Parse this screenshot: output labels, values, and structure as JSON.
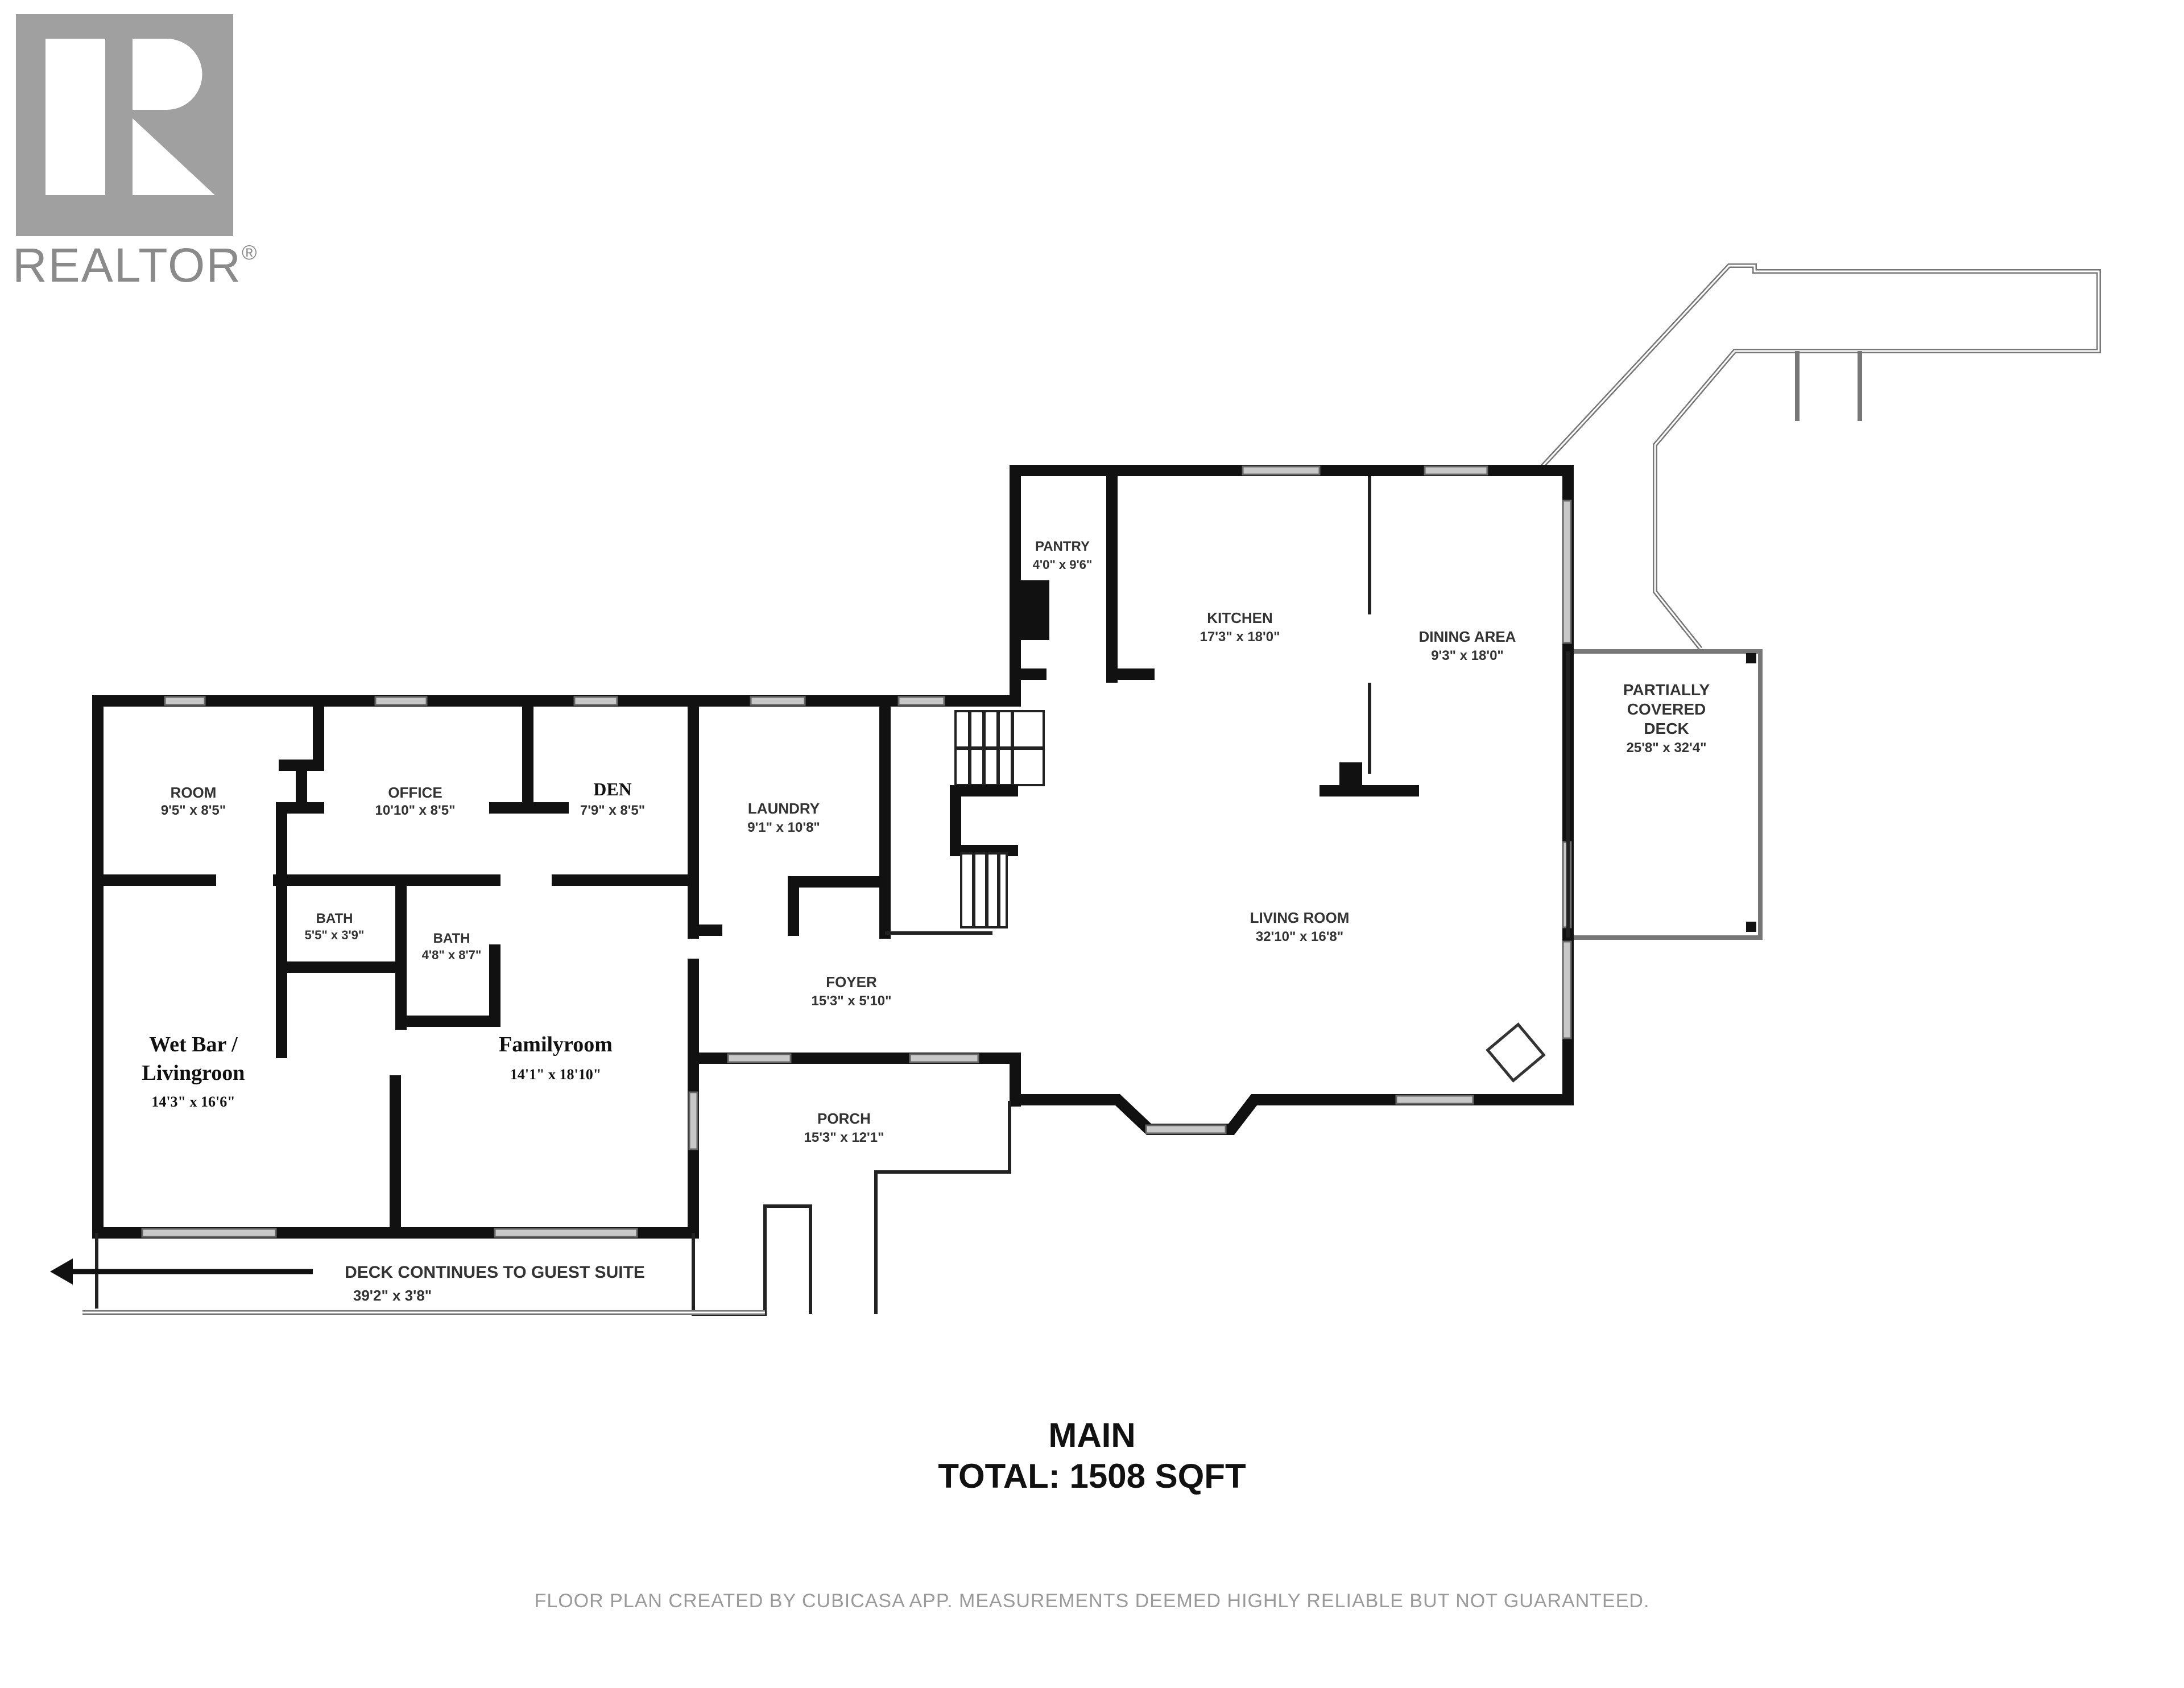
{
  "logo": {
    "text": "REALTOR",
    "mark": "®"
  },
  "plan": {
    "floor_name": "MAIN",
    "total": "TOTAL: 1508 SQFT",
    "rooms": [
      {
        "name": "ROOM",
        "dims": "9'5\" x 8'5\""
      },
      {
        "name": "OFFICE",
        "dims": "10'10\" x 8'5\""
      },
      {
        "name": "DEN",
        "dims": "7'9\" x 8'5\""
      },
      {
        "name": "LAUNDRY",
        "dims": "9'1\" x 10'8\""
      },
      {
        "name": "BATH",
        "dims": "5'5\" x 3'9\""
      },
      {
        "name": "BATH",
        "dims": "4'8\" x 8'7\""
      },
      {
        "name_line1": "Wet Bar /",
        "name_line2": "Livingroon",
        "dims": "14'3\" x 16'6\""
      },
      {
        "name": "Familyroom",
        "dims": "14'1\" x 18'10\""
      },
      {
        "name": "FOYER",
        "dims": "15'3\" x 5'10\""
      },
      {
        "name": "PORCH",
        "dims": "15'3\" x 12'1\""
      },
      {
        "name": "PANTRY",
        "dims": "4'0\" x 9'6\""
      },
      {
        "name": "KITCHEN",
        "dims": "17'3\" x 18'0\""
      },
      {
        "name": "DINING AREA",
        "dims": "9'3\" x 18'0\""
      },
      {
        "name": "LIVING ROOM",
        "dims": "32'10\" x 16'8\""
      },
      {
        "name_line1": "PARTIALLY",
        "name_line2": "COVERED",
        "name_line3": "DECK",
        "dims": "25'8\" x 32'4\""
      }
    ],
    "deck_note": {
      "text": "DECK CONTINUES TO GUEST SUITE",
      "dims": "39'2\" x 3'8\""
    }
  },
  "footer": "FLOOR PLAN CREATED BY CUBICASA APP. MEASUREMENTS DEEMED HIGHLY RELIABLE BUT NOT GUARANTEED."
}
